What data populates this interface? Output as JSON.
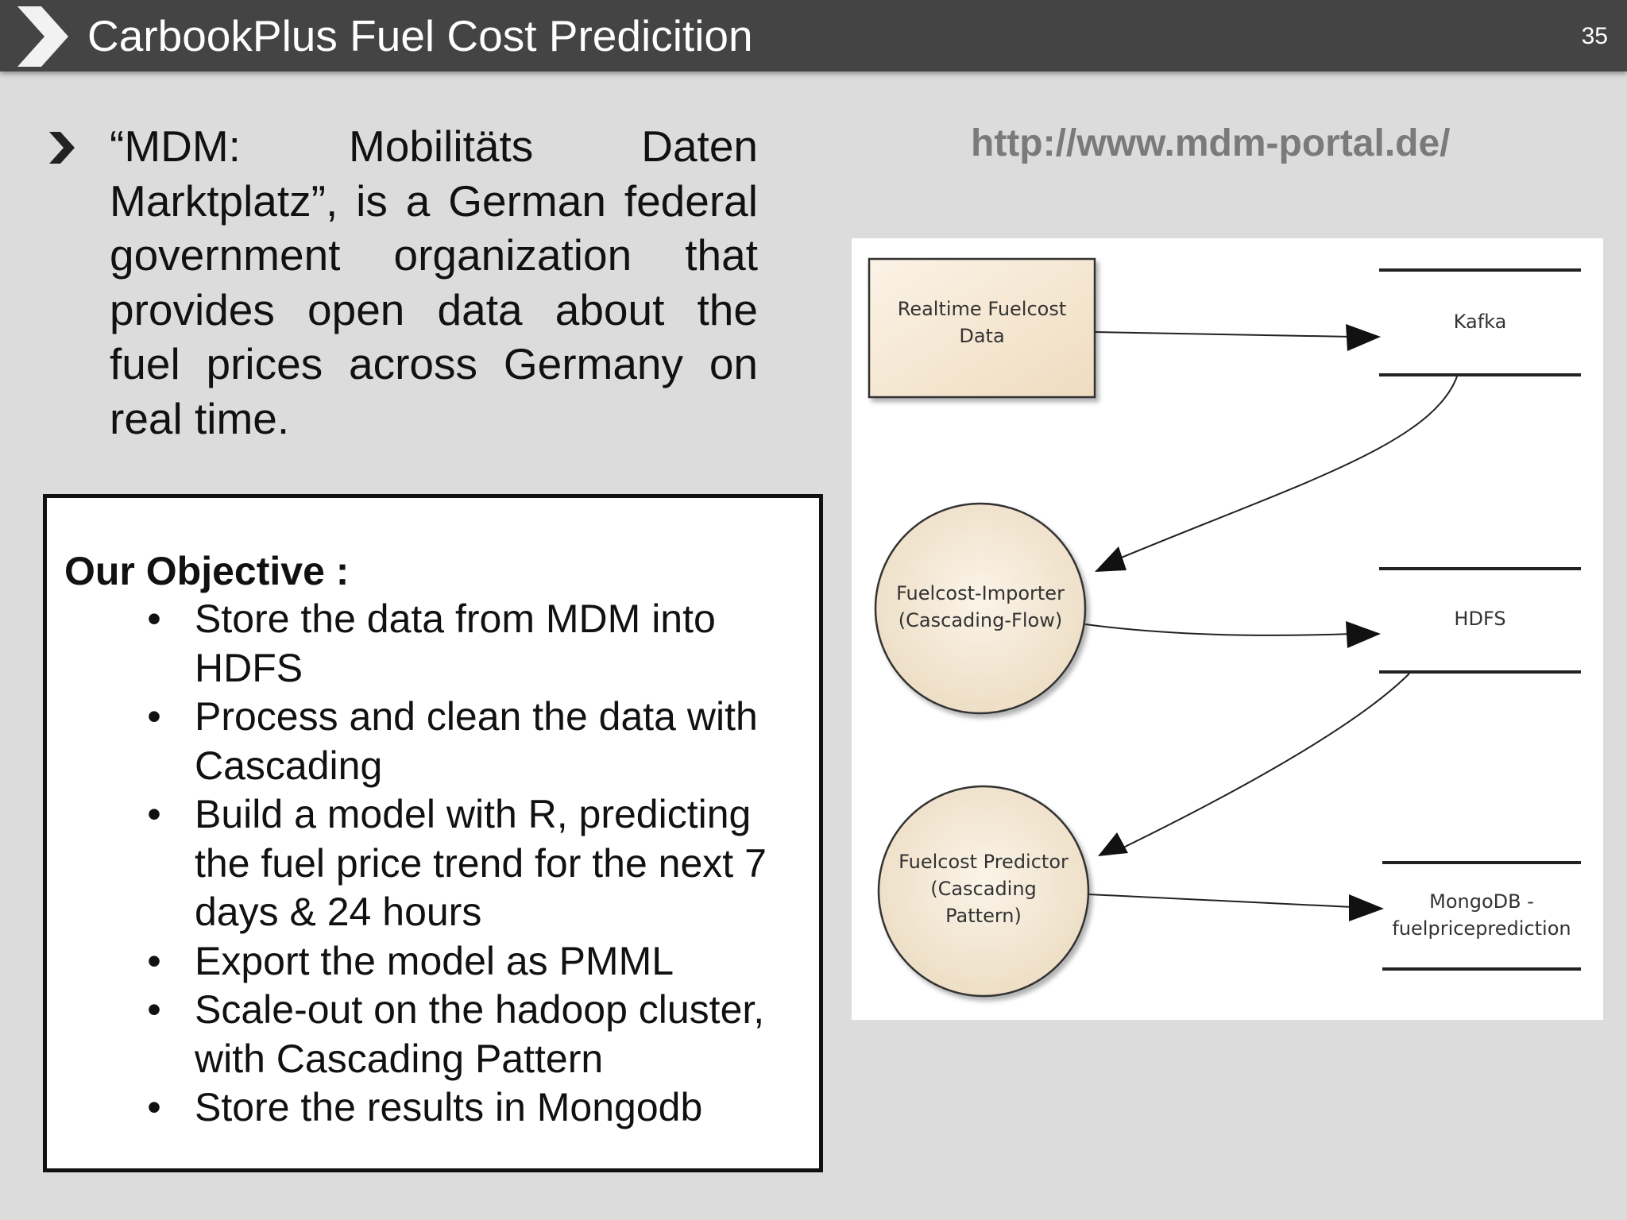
{
  "header": {
    "title": "CarbookPlus Fuel Cost Predicition",
    "page_number": "35",
    "chevron_icon": "chevron-right-icon"
  },
  "intro": {
    "bullet_icon": "chevron-right-icon",
    "text": "“MDM: Mobilitäts Daten Marktplatz”, is a German federal government organization that provides open data about the fuel prices across Germany on real time."
  },
  "url": "http://www.mdm-portal.de/",
  "objective": {
    "title": "Our Objective :",
    "bullet": "•",
    "items": [
      "Store the data from MDM into HDFS",
      "Process and clean the data with Cascading",
      "Build a model with R, predicting the fuel price trend for the next 7 days & 24 hours",
      "Export the model as PMML",
      "Scale-out on the hadoop cluster, with Cascading Pattern",
      "Store the results in Mongodb"
    ]
  },
  "diagram": {
    "realtime_data": "Realtime Fuelcost\nData",
    "kafka": "Kafka",
    "importer": "Fuelcost-Importer\n(Cascading-Flow)",
    "hdfs": "HDFS",
    "predictor": "Fuelcost Predictor\n(Cascading\nPattern)",
    "mongodb": "MongoDB -\nfuelpriceprediction",
    "colors": {
      "node_fill": "#f3e4cc",
      "line": "#222222"
    }
  }
}
